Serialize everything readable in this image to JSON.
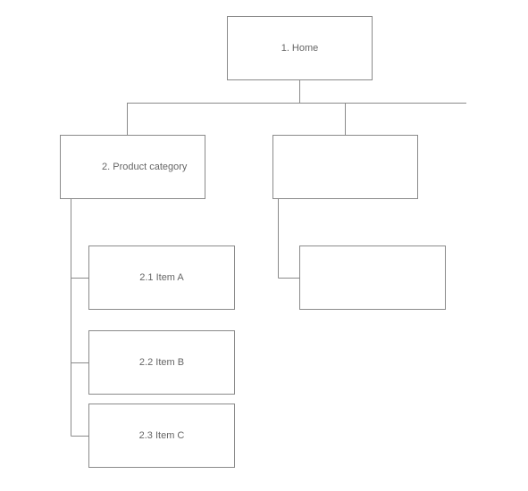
{
  "nodes": {
    "home": "1. Home",
    "product_category": "2. Product category",
    "item_a": "2.1 Item A",
    "item_b": "2.2 Item B",
    "item_c": "2.3 Item C",
    "blank_level2": "",
    "blank_level3": ""
  },
  "colors": {
    "stroke": "#8a8a8a",
    "text": "#666666",
    "background": "#ffffff"
  }
}
